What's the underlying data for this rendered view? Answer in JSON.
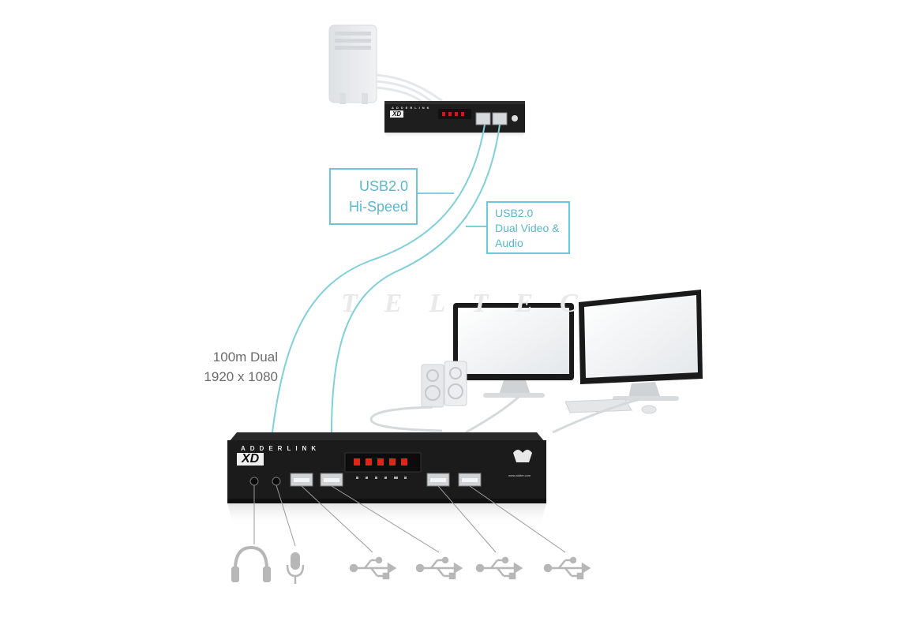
{
  "callouts": {
    "usb_hispeed": [
      "USB2.0",
      "Hi-Speed"
    ],
    "usb_dualvideo": [
      "USB2.0",
      "Dual Video &",
      "Audio"
    ]
  },
  "resolution_label": [
    "100m Dual",
    "1920 x 1080"
  ],
  "watermark": "TELTEC",
  "device": {
    "brand_line": "ADDERLINK",
    "model": "XD",
    "website": "www.adder.com"
  },
  "colors": {
    "cable": "#7fcfdd",
    "callout_text": "#5bb7c9",
    "device_body": "#1c1c1c",
    "led": "#e2231a",
    "icon": "#b7b7b7"
  },
  "icons": [
    "headphones-icon",
    "microphone-icon",
    "usb-icon",
    "usb-icon",
    "usb-icon",
    "usb-icon"
  ]
}
